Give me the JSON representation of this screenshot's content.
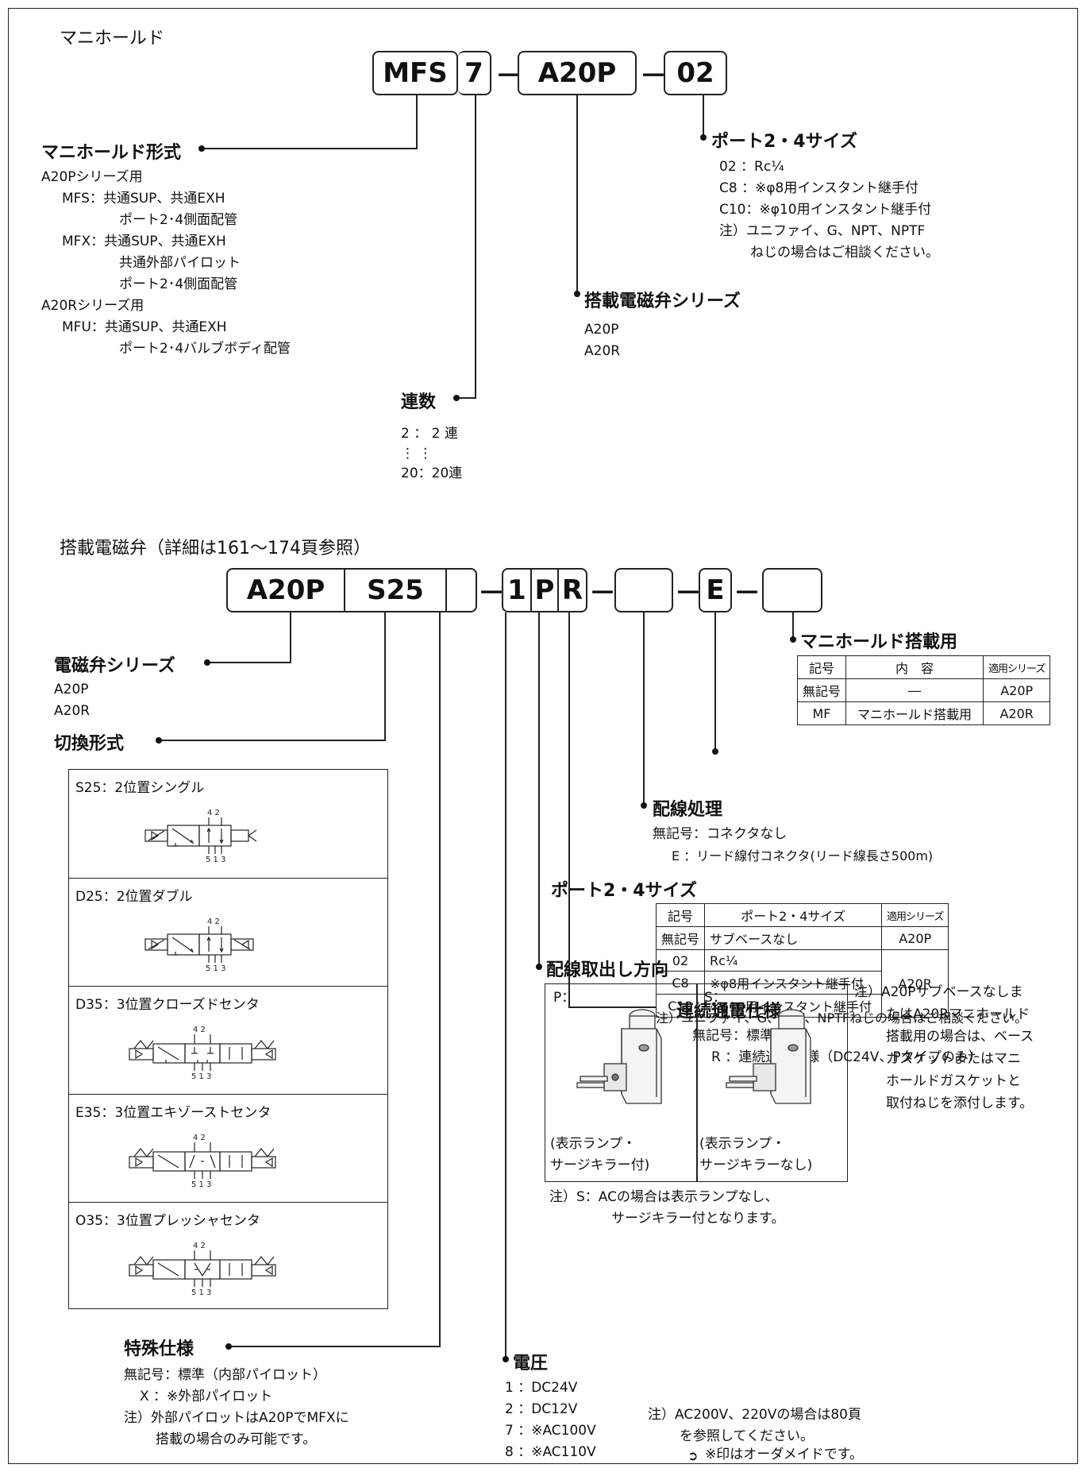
{
  "manifold": {
    "title": "マニホールド",
    "code_boxes": [
      "MFS",
      "7",
      "A20P",
      "02"
    ],
    "dash": "－",
    "type": {
      "heading": "マニホールド形式",
      "lines": [
        "A20Pシリーズ用",
        "MFS：共通SUP、共通EXH",
        "ポート2･4側面配管",
        "MFX：共通SUP、共通EXH",
        "共通外部パイロット",
        "ポート2･4側面配管",
        "A20Rシリーズ用",
        "MFU：共通SUP、共通EXH",
        "ポート2･4バルブボディ配管"
      ]
    },
    "stations": {
      "heading": "連数",
      "lines": [
        "2 ： 2 連",
        "⋮ ⋮",
        "20：20連"
      ]
    },
    "valve_series": {
      "heading": "搭載電磁弁シリーズ",
      "lines": [
        "A20P",
        "A20R"
      ]
    },
    "port_size": {
      "heading": "ポート2・4サイズ",
      "lines": [
        "02 ：Rc¼",
        "C8 ：※φ8用インスタント継手付",
        "C10：※φ10用インスタント継手付",
        "注）ユニファイ、G、NPT、NPTF",
        "ねじの場合はご相談ください。"
      ]
    }
  },
  "valve": {
    "title": "搭載電磁弁（詳細は161～174頁参照）",
    "code_boxes": [
      "A20P",
      "S25",
      "",
      "1",
      "P",
      "R",
      "",
      "E",
      ""
    ],
    "series": {
      "heading": "電磁弁シリーズ",
      "lines": [
        "A20P",
        "A20R"
      ]
    },
    "switching": {
      "heading": "切換形式",
      "items": [
        {
          "label": "S25：2位置シングル"
        },
        {
          "label": "D25：2位置ダブル"
        },
        {
          "label": "D35：3位置クローズドセンタ"
        },
        {
          "label": "E35：3位置エキゾーストセンタ"
        },
        {
          "label": "O35：3位置プレッシャセンタ"
        }
      ],
      "port_top": "4 2",
      "port_bottom": "5 1 3"
    },
    "special": {
      "heading": "特殊仕様",
      "lines": [
        "無記号：標準（内部パイロット）",
        "X ：※外部パイロット",
        "注）外部パイロットはA20PでMFXに",
        "搭載の場合のみ可能です。"
      ]
    },
    "manifold_mount": {
      "heading": "マニホールド搭載用",
      "headers": [
        "記号",
        "内　容",
        "適用シリーズ"
      ],
      "rows": [
        [
          "無記号",
          "―",
          "A20P"
        ],
        [
          "MF",
          "マニホールド搭載用",
          "A20R"
        ]
      ]
    },
    "wiring": {
      "heading": "配線処理",
      "lines": [
        "無記号：コネクタなし",
        "E ：リード線付コネクタ(リード線長さ500m)"
      ]
    },
    "port_table": {
      "heading": "ポート2・4サイズ",
      "headers": [
        "記号",
        "ポート2・4サイズ",
        "適用シリーズ"
      ],
      "rows": [
        [
          "無記号",
          "サブベースなし",
          "A20P"
        ],
        [
          "02",
          "Rc¼",
          ""
        ],
        [
          "C8",
          "※φ8用インスタント継手付",
          "A20R"
        ],
        [
          "C10",
          "※φ10用インスタント継手付",
          ""
        ]
      ],
      "note": "注）ユニファイ、G、NPT、NPTFねじの場合はご相談ください。"
    },
    "continuous": {
      "heading": "連続通電仕様",
      "lines": [
        "無記号：標準",
        "R ：連続通電仕様（DC24V、Pタイプのみ）"
      ]
    },
    "direction": {
      "heading": "配線取出し方向",
      "p_label": "P：",
      "s_label": "S：",
      "p_caption": [
        "(表示ランプ・",
        "サージキラー付)"
      ],
      "s_caption": [
        "(表示ランプ・",
        "サージキラーなし)"
      ],
      "note_side": [
        "注）A20Pサブベースなしま",
        "たはA20Rマニホールド",
        "搭載用の場合は、ベース",
        "ガスケットまたはマニ",
        "ホールドガスケットと",
        "取付ねじを添付します。"
      ],
      "note_bottom": [
        "注）S：ACの場合は表示ランプなし、",
        "サージキラー付となります。"
      ]
    },
    "voltage": {
      "heading": "電圧",
      "lines": [
        "1 ：DC24V",
        "2 ：DC12V",
        "7 ：※AC100V",
        "8 ：※AC110V"
      ],
      "note": [
        "注）AC200V、220Vの場合は80頁",
        "を参照してください。"
      ],
      "order": "※印はオーダメイドです。"
    }
  }
}
